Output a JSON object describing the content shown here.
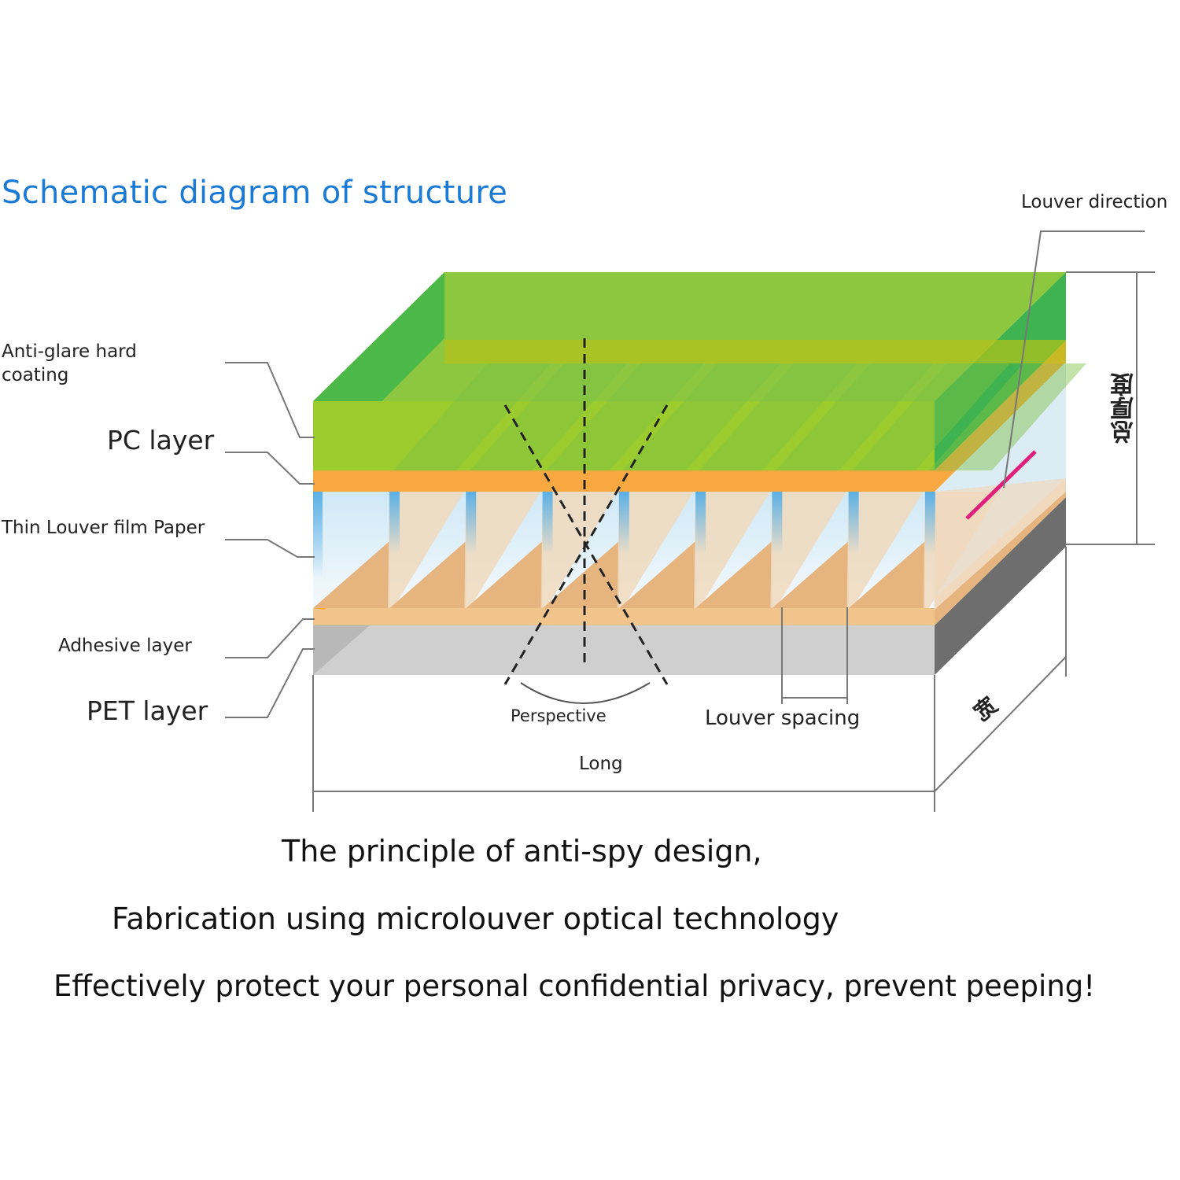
{
  "title": "Schematic diagram of structure",
  "labels": {
    "louver_direction": "Louver direction",
    "anti_glare": "Anti-glare hard coating",
    "pc_layer": "PC layer",
    "thin_louver": "Thin Louver film Paper",
    "adhesive": "Adhesive layer",
    "pet": "PET layer",
    "perspective": "Perspective",
    "louver_spacing": "Louver spacing",
    "long": "Long",
    "total_thickness": "总厚度",
    "width": "宽"
  },
  "captions": [
    "The principle of anti-spy design,",
    "Fabrication using microlouver optical technology",
    "Effectively protect your personal confidential privacy, prevent peeping!"
  ],
  "colors": {
    "title": "#1a7ad6",
    "hard_coating_top": "#8dc63f",
    "hard_coating_side": "#4cb848",
    "pc_layer": "#f7a840",
    "louver_blue": "#5bb0e6",
    "louver_light": "#dcecf5",
    "louver_slat": "#f0d9bd",
    "louver_base": "#e6b57f",
    "adhesive": "#f3c27e",
    "pet_front": "#cfcfcf",
    "pet_side": "#6e6e6e",
    "louver_direction_marker": "#e0207a"
  },
  "louver_count": 8
}
